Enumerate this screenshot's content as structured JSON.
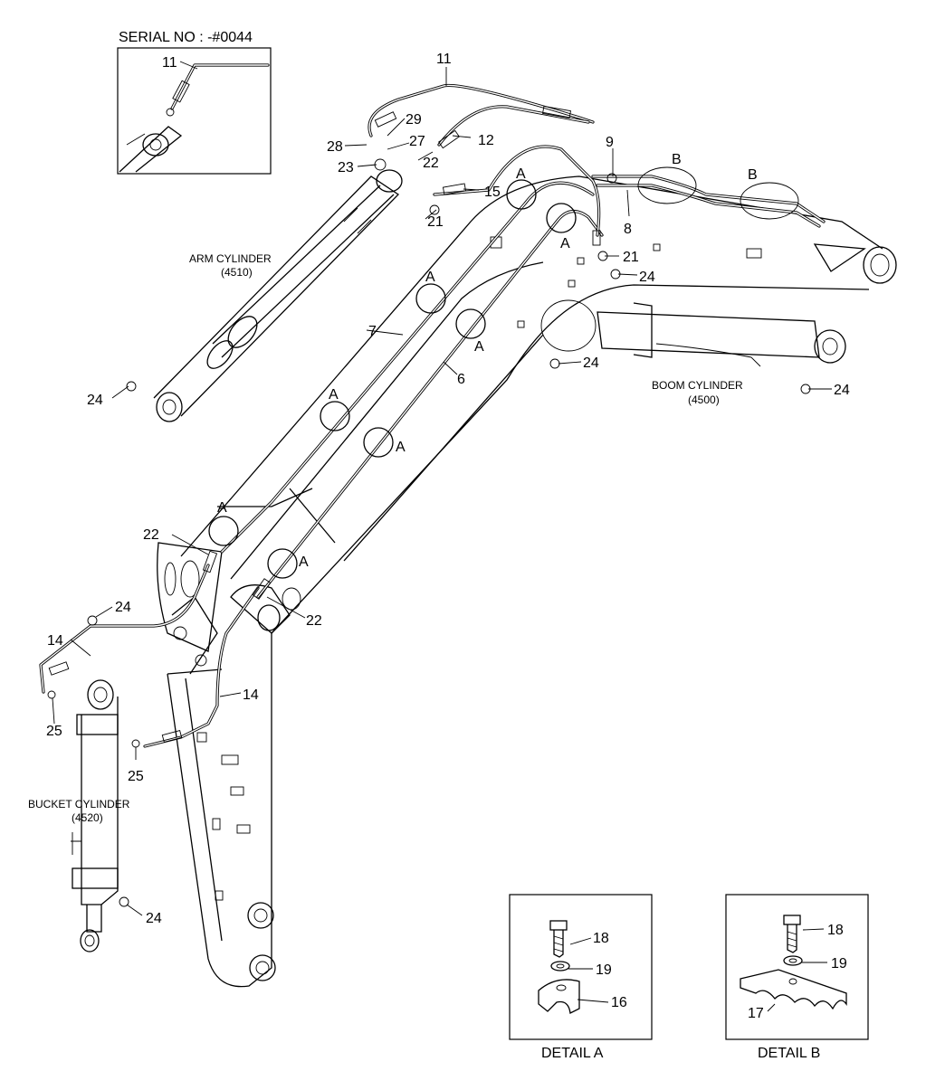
{
  "serial": "SERIAL NO : -#0044",
  "labels": {
    "arm_cylinder": "ARM CYLINDER",
    "arm_cylinder_code": "(4510)",
    "boom_cylinder": "BOOM CYLINDER",
    "boom_cylinder_code": "(4500)",
    "bucket_cylinder": "BUCKET CYLINDER",
    "bucket_cylinder_code": "(4520)",
    "detail_a": "DETAIL A",
    "detail_b": "DETAIL B"
  },
  "part_numbers": {
    "p6": "6",
    "p7": "7",
    "p8": "8",
    "p9": "9",
    "p11": "11",
    "p12": "12",
    "p14": "14",
    "p15": "15",
    "p16": "16",
    "p17": "17",
    "p18": "18",
    "p19": "19",
    "p21": "21",
    "p22": "22",
    "p23": "23",
    "p24": "24",
    "p25": "25",
    "p27": "27",
    "p28": "28",
    "p29": "29"
  },
  "clamp_letters": {
    "a": "A",
    "b": "B"
  }
}
